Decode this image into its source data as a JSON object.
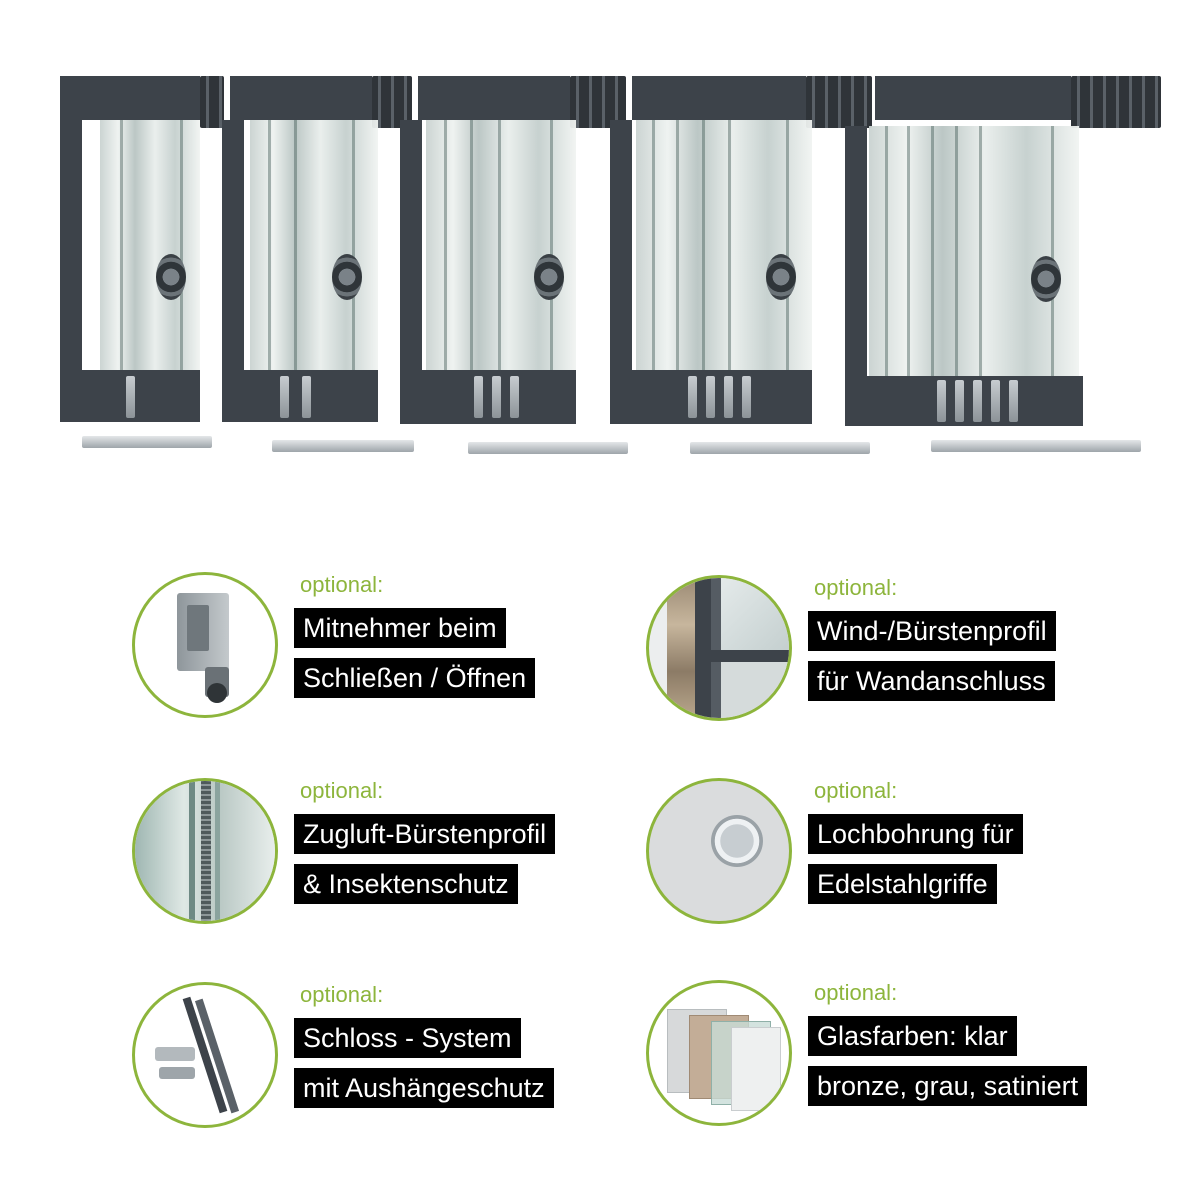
{
  "options": [
    {
      "id": "mitnehmer",
      "optional": "optional:",
      "line1": "Mitnehmer beim",
      "line2": "Schließen / Öffnen",
      "icon": "carrier-clip-icon"
    },
    {
      "id": "wind",
      "optional": "optional:",
      "line1": "Wind-/Bürstenprofil",
      "line2": "für Wandanschluss",
      "icon": "wall-profile-icon"
    },
    {
      "id": "zugluft",
      "optional": "optional:",
      "line1": "Zugluft-Bürstenprofil",
      "line2": "& Insektenschutz",
      "icon": "brush-profile-icon"
    },
    {
      "id": "lochbohrung",
      "optional": "optional:",
      "line1": "Lochbohrung für",
      "line2": "Edelstahlgriffe",
      "icon": "steel-handle-icon"
    },
    {
      "id": "schloss",
      "optional": "optional:",
      "line1": "Schloss - System",
      "line2": "mit Aushängeschutz",
      "icon": "lock-system-icon"
    },
    {
      "id": "glasfarben",
      "optional": "optional:",
      "line1": "Glasfarben: klar",
      "line2": "bronze, grau, satiniert",
      "icon": "glass-colors-icon"
    }
  ],
  "colors": {
    "accent": "#8db53c",
    "label_bg": "#000000",
    "label_text": "#ffffff",
    "frame": "#3d434a"
  }
}
